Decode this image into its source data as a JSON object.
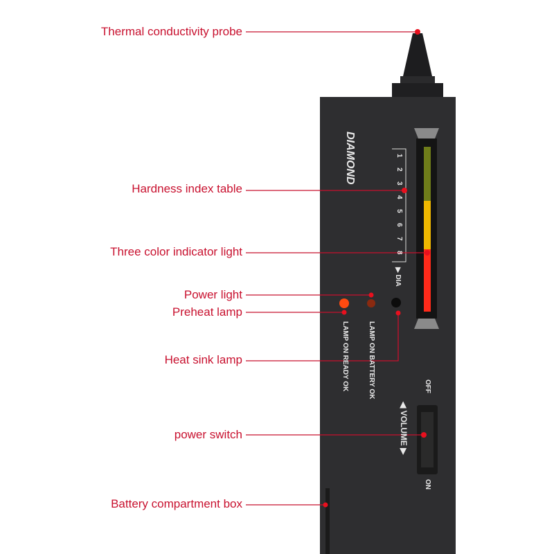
{
  "labels": {
    "probe": "Thermal conductivity probe",
    "hardness": "Hardness index table",
    "indicator": "Three color indicator light",
    "power_light": "Power light",
    "preheat": "Preheat lamp",
    "heat_sink": "Heat sink lamp",
    "switch": "power switch",
    "battery": "Battery compartment box"
  },
  "device": {
    "brand": "DIAMOND",
    "scale": [
      "1",
      "2",
      "3",
      "4",
      "5",
      "6",
      "7",
      "8"
    ],
    "dia": "▶ DIA",
    "lamp_ready": "LAMP ON READY OK",
    "lamp_battery": "LAMP ON BATTERY OK",
    "off": "OFF",
    "on": "ON",
    "volume": "◀ VOLUME ▶"
  },
  "colors": {
    "annotation": "#c8102e",
    "body": "#2e2e30",
    "green": "#6f7d1a",
    "yellow": "#f0b800",
    "red": "#ff2a1a"
  }
}
